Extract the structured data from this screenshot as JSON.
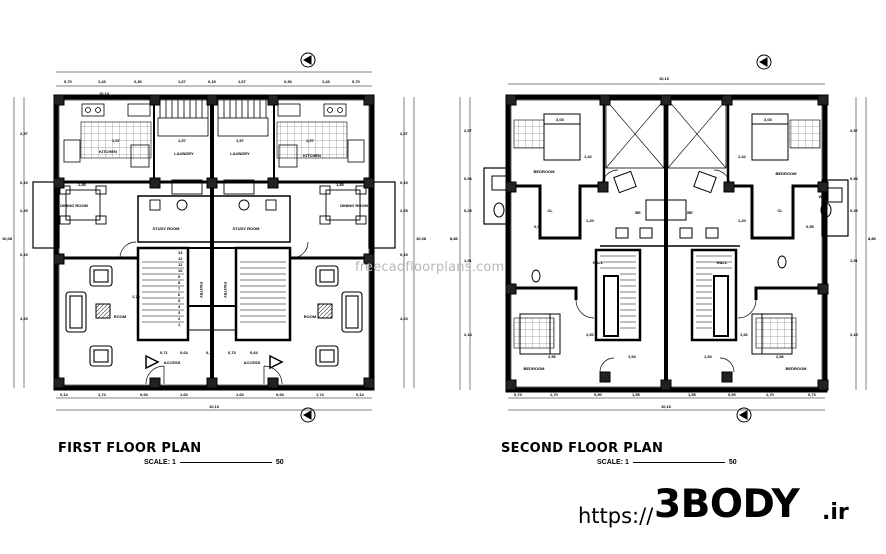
{
  "first_plan": {
    "title": "FIRST FLOOR PLAN",
    "scale_prefix": "SCALE: 1",
    "scale_suffix": "50",
    "dims_top_overall": "10,10",
    "dims_top": [
      "0,70",
      "1,43",
      "0,36",
      "1,67",
      "0,15",
      "1,67",
      "0,36",
      "1,43",
      "0,70"
    ],
    "dims_bottom_overall": "10,10",
    "dims_bottom": [
      "0,14",
      "1,74",
      "0,94",
      "1,63",
      "1,63",
      "0,94",
      "1,74",
      "0,14"
    ],
    "dims_left": [
      "2,57",
      "0,15",
      "2,25",
      "0,15",
      "4,23"
    ],
    "dims_left_overall": "10,08",
    "dims_right": [
      "2,57",
      "0,15",
      "2,25",
      "0,15",
      "4,23"
    ],
    "dims_right_overall": "10,08",
    "room_labels": [
      "KITCHEN",
      "LAUNDRY",
      "LAUNDRY",
      "KITCHEN",
      "DINING ROOM",
      "DINING ROOM",
      "STUDY ROOM",
      "STUDY ROOM",
      "ROOM",
      "ROOM",
      "ACCESS",
      "ACCESS",
      "PANTRY",
      "PANTRY"
    ],
    "inner_dims": [
      "1,57",
      "1,57",
      "1,57",
      "1,57",
      "1,85",
      "1,85",
      "1,70",
      "0,71",
      "0,64",
      "0,15",
      "0,73",
      "0,64"
    ],
    "stair_numbers": [
      "13",
      "12",
      "11",
      "10",
      "9",
      "8",
      "7",
      "6",
      "5",
      "4",
      "3",
      "2",
      "1"
    ]
  },
  "second_plan": {
    "title": "SECOND FLOOR PLAN",
    "scale_prefix": "SCALE: 1",
    "scale_suffix": "50",
    "dims_top_overall": "10,10",
    "dims_bottom_overall": "10,16",
    "dims_bottom": [
      "0,73",
      "1,70",
      "0,90",
      "1,55",
      "1,55",
      "0,90",
      "1,70",
      "0,73"
    ],
    "dims_left": [
      "2,57",
      "0,94",
      "0,25",
      "1,91",
      "2,18"
    ],
    "dims_left_overall": "8,86",
    "dims_right": [
      "2,57",
      "0,94",
      "0,25",
      "1,91",
      "2,18"
    ],
    "dims_right_overall": "8,86",
    "room_labels": [
      "BEDROOM",
      "BEDROOM",
      "CL",
      "CL",
      "WC",
      "BE",
      "BE",
      "HALL",
      "HALL",
      "BEDROOM",
      "BEDROOM"
    ],
    "inner_dims": [
      "2,03",
      "2,03",
      "1,42",
      "1,42",
      "1,20",
      "1,20",
      "2,96",
      "2,96",
      "1,94",
      "1,94",
      "0,55",
      "0,55",
      "1,52",
      "1,52"
    ]
  },
  "watermark": "freecadfloorplans.com",
  "brand": {
    "prefix": "https://",
    "main": "3BODY",
    "suffix": ".ir"
  }
}
